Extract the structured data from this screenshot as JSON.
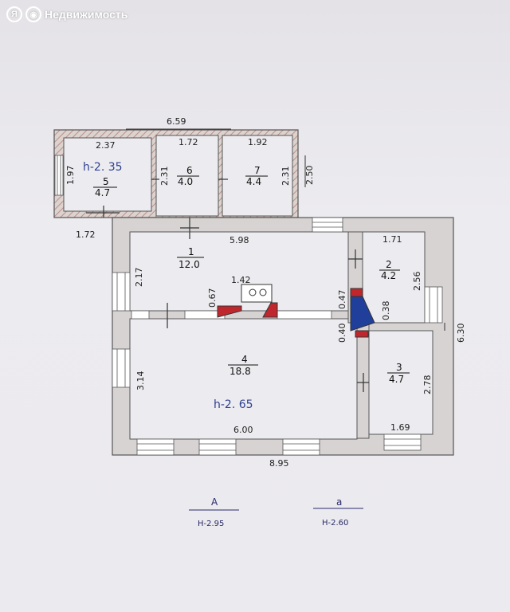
{
  "header": {
    "brand": "Недвижимость",
    "logo_letter": "Я"
  },
  "plan": {
    "overall": {
      "width_top": "6.59",
      "width_bottom": "8.95",
      "height_right": "6.30",
      "annex_height": "2.50"
    },
    "rooms": [
      {
        "id": "1",
        "area": "12.0",
        "dims": [
          "5.98",
          "2.17"
        ]
      },
      {
        "id": "2",
        "area": "4.2",
        "dims": [
          "1.71",
          "2.56"
        ]
      },
      {
        "id": "3",
        "area": "4.7",
        "dims": [
          "1.69",
          "2.78"
        ]
      },
      {
        "id": "4",
        "area": "18.8",
        "dims": [
          "6.00",
          "3.14"
        ]
      },
      {
        "id": "5",
        "area": "4.7",
        "dims": [
          "2.37",
          "1.97"
        ]
      },
      {
        "id": "6",
        "area": "4.0",
        "dims": [
          "1.72",
          "2.31"
        ]
      },
      {
        "id": "7",
        "area": "4.4",
        "dims": [
          "1.92",
          "2.31"
        ]
      }
    ],
    "other_dims": {
      "annex_bottom": "1.72",
      "stove_w": "1.42",
      "stove_h": "0.67",
      "d047": "0.47",
      "d038": "0.38",
      "d040": "0.40"
    },
    "heights": {
      "main": "h-2. 65",
      "annex": "h-2. 35"
    },
    "legend": [
      {
        "letter": "A",
        "height": "H-2.95"
      },
      {
        "letter": "a",
        "height": "H-2.60"
      }
    ],
    "colors": {
      "wall_fill": "#d9cfc9",
      "wall_stroke": "#555555",
      "stove_red": "#c0272d",
      "stove_blue": "#1f3f9a",
      "paper": "#ecebef"
    }
  }
}
